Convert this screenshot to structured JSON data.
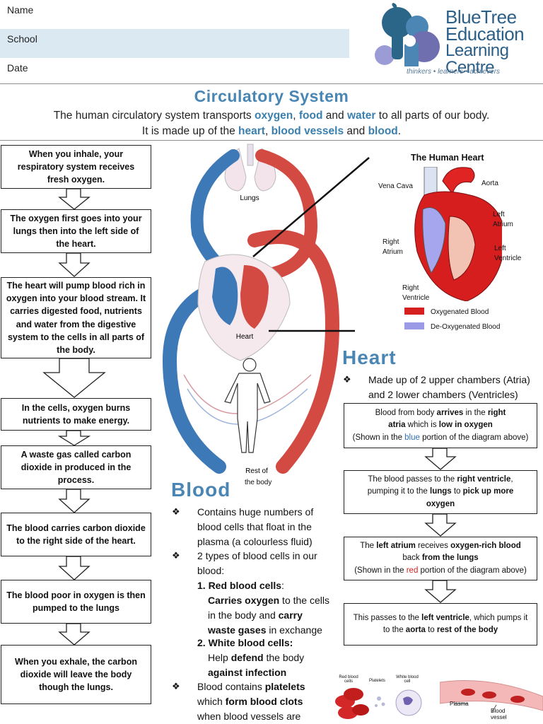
{
  "form": {
    "name_label": "Name",
    "school_label": "School",
    "date_label": "Date"
  },
  "logo": {
    "line1": "BlueTree",
    "line2": "Education",
    "line3": "Learning Centre",
    "tagline": "thinkers • learners • achievers"
  },
  "page": {
    "title": "Circulatory System",
    "intro1_a": "The human circulatory system transports ",
    "intro1_b": "oxygen",
    "intro1_c": ", ",
    "intro1_d": "food",
    "intro1_e": " and ",
    "intro1_f": "water",
    "intro1_g": " to all parts of our body.",
    "intro2_a": "It is made up of the ",
    "intro2_b": "heart",
    "intro2_c": ", ",
    "intro2_d": "blood vessels",
    "intro2_e": " and ",
    "intro2_f": "blood",
    "intro2_g": "."
  },
  "left_flow": [
    "When you inhale, your respiratory system receives fresh oxygen.",
    "The oxygen first goes into your lungs then into the left side of the heart.",
    "The heart will pump blood rich in oxygen into your blood stream. It carries digested food, nutrients and water from the digestive system to the cells in all parts of the body.",
    "In the cells, oxygen burns nutrients to make energy.",
    "A waste gas called carbon dioxide in produced in the process.",
    "The blood carries carbon dioxide to the right side of the heart.",
    "The blood poor in oxygen is then pumped to the lungs",
    "When you exhale, the carbon dioxide will leave the body though the lungs."
  ],
  "diagram": {
    "lungs": "Lungs",
    "heart": "Heart",
    "rest1": "Rest of",
    "rest2": "the body"
  },
  "heart_diagram": {
    "title": "The Human Heart",
    "vena_cava": "Vena Cava",
    "aorta": "Aorta",
    "left_atrium_1": "Left",
    "left_atrium_2": "Atrium",
    "right_atrium_1": "Right",
    "right_atrium_2": "Atrium",
    "left_ventricle_1": "Left",
    "left_ventricle_2": "Ventricle",
    "right_ventricle_1": "Right",
    "right_ventricle_2": "Ventricle",
    "legend_oxy": "Oxygenated Blood",
    "legend_deoxy": "De-Oxygenated Blood",
    "color_oxy": "#d61f1f",
    "color_deoxy": "#9a9ae6"
  },
  "heart_section": {
    "heading": "Heart",
    "bullet": "Made up of 2 upper chambers (Atria) and 2 lower chambers (Ventricles)",
    "boxes": [
      {
        "l1a": "Blood from body ",
        "l1b": "arrives",
        "l1c": " in the ",
        "l1d": "right",
        "l2a": "atria",
        "l2b": " which is ",
        "l2c": "low in oxygen",
        "l3a": "(Shown in the ",
        "l3b": "blue",
        "l3c": " portion of the diagram above)"
      },
      {
        "l1a": "The blood passes to the ",
        "l1b": "right ventricle",
        "l1c": ",",
        "l2a": "pumping it to the ",
        "l2b": "lungs",
        "l2c": " to ",
        "l2d": "pick up more",
        "l3a": "oxygen"
      },
      {
        "l1a": "The ",
        "l1b": "left atrium",
        "l1c": " receives ",
        "l1d": "oxygen-rich blood",
        "l2a": "back ",
        "l2b": "from the lungs",
        "l3a": "(Shown in the ",
        "l3b": "red",
        "l3c": " portion of the diagram above)"
      },
      {
        "l1a": "This passes to the ",
        "l1b": "left ventricle",
        "l1c": ", which pumps it",
        "l2a": "to the ",
        "l2b": "aorta",
        "l2c": " to ",
        "l2d": "rest of the body"
      }
    ]
  },
  "blood_section": {
    "heading": "Blood",
    "b1": "Contains huge numbers of blood cells that float in the plasma (a colourless fluid)",
    "b2": "2 types of blood cells in our blood:",
    "red_title": "1. Red blood cells",
    "red_colon": ":",
    "red_a": "Carries oxygen",
    "red_b": " to the cells in the body and ",
    "red_c": "carry waste gases",
    "red_d": " in exchange",
    "white_title": "2. White blood cells:",
    "white_a": "Help ",
    "white_b": "defend",
    "white_c": " the body ",
    "white_d": "against infection",
    "b3_a": "Blood contains ",
    "b3_b": "platelets",
    "b3_c": " which ",
    "b3_d": "form blood clots",
    "b3_e": " when blood vessels are damaged."
  },
  "cells_image": {
    "red": "Red blood cells",
    "platelets": "Platelets",
    "white": "White blood cell",
    "plasma": "Plasma",
    "vessel": "Blood vessel"
  }
}
